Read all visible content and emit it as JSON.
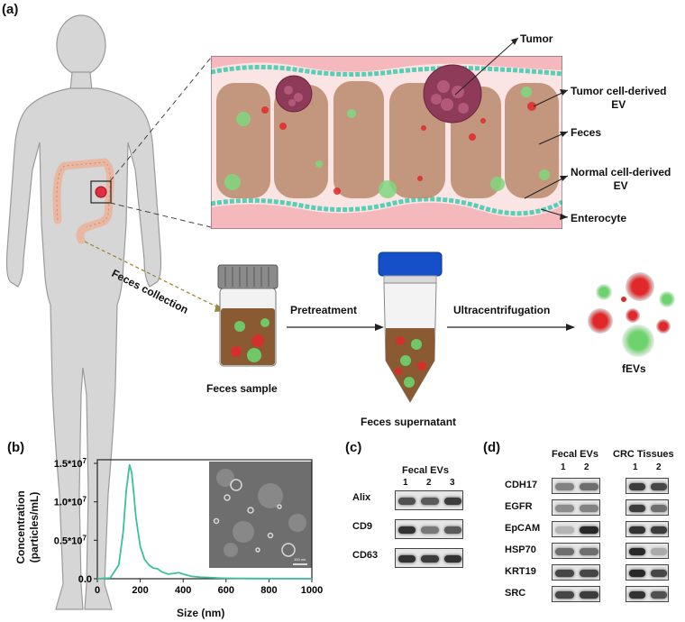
{
  "panels": {
    "a": "(a)",
    "b": "(b)",
    "c": "(c)",
    "d": "(d)"
  },
  "schematic": {
    "labels": {
      "tumor": "Tumor",
      "tumor_ev": "Tumor cell-derived\nEV",
      "feces": "Feces",
      "normal_ev": "Normal cell-derived\nEV",
      "enterocyte": "Enterocyte"
    },
    "steps": {
      "collection": "Feces collection",
      "sample": "Feces sample",
      "pretreatment": "Pretreatment",
      "supernatant": "Feces supernatant",
      "ultracentrifugation": "Ultracentrifugation",
      "fevs": "fEVs"
    },
    "colors": {
      "tumor_ev": "#e0282a",
      "normal_ev": "#6dd36d",
      "feces": "#b98a6c",
      "lining": "#f4bcbc",
      "enterocyte": "#5fd0b8",
      "tube_cap_blue": "#1550c8",
      "jar_cap_grey": "#8a8a8a"
    }
  },
  "chart_data": {
    "type": "line",
    "xlabel": "Size (nm)",
    "ylabel": "Concentration\n(particles/mL)",
    "xlim": [
      0,
      1000
    ],
    "ylim": [
      0,
      15000000
    ],
    "x_ticks": [
      "0",
      "200",
      "400",
      "600",
      "800",
      "1000"
    ],
    "y_ticks": [
      "0.0",
      "0.5*10^7",
      "1.0*10^7",
      "1.5*10^7"
    ],
    "series": [
      {
        "color": "#3dbf9f",
        "x": [
          0,
          60,
          100,
          120,
          135,
          150,
          160,
          170,
          180,
          200,
          220,
          240,
          260,
          280,
          300,
          330,
          360,
          380,
          400,
          440,
          480,
          520,
          560,
          600,
          700,
          800,
          900,
          1000
        ],
        "y": [
          0,
          100000,
          1800000,
          6000000,
          11500000,
          14800000,
          13800000,
          11000000,
          8000000,
          4200000,
          2500000,
          1800000,
          1400000,
          1300000,
          900000,
          600000,
          700000,
          800000,
          600000,
          300000,
          200000,
          150000,
          100000,
          60000,
          30000,
          20000,
          10000,
          5000
        ]
      }
    ],
    "inset": {
      "scale_label": "100 nm"
    }
  },
  "western_c": {
    "group": "Fecal EVs",
    "lanes": [
      "1",
      "2",
      "3"
    ],
    "rows": [
      {
        "label": "Alix",
        "intensity": [
          0.75,
          0.7,
          0.85
        ]
      },
      {
        "label": "CD9",
        "intensity": [
          0.9,
          0.55,
          0.7
        ]
      },
      {
        "label": "CD63",
        "intensity": [
          0.9,
          0.85,
          0.9
        ]
      }
    ]
  },
  "western_d": {
    "groups": [
      {
        "name": "Fecal EVs",
        "lanes": [
          "1",
          "2"
        ]
      },
      {
        "name": "CRC Tissues",
        "lanes": [
          "1",
          "2"
        ]
      }
    ],
    "rows": [
      {
        "label": "CDH17",
        "intensity": [
          0.5,
          0.6,
          0.85,
          0.8
        ]
      },
      {
        "label": "EGFR",
        "intensity": [
          0.45,
          0.5,
          0.85,
          0.6
        ]
      },
      {
        "label": "EpCAM",
        "intensity": [
          0.25,
          0.95,
          0.9,
          0.85
        ]
      },
      {
        "label": "HSP70",
        "intensity": [
          0.6,
          0.6,
          0.95,
          0.3
        ]
      },
      {
        "label": "KRT19",
        "intensity": [
          0.8,
          0.8,
          0.95,
          0.8
        ]
      },
      {
        "label": "SRC",
        "intensity": [
          0.8,
          0.85,
          0.9,
          0.75
        ]
      }
    ]
  }
}
